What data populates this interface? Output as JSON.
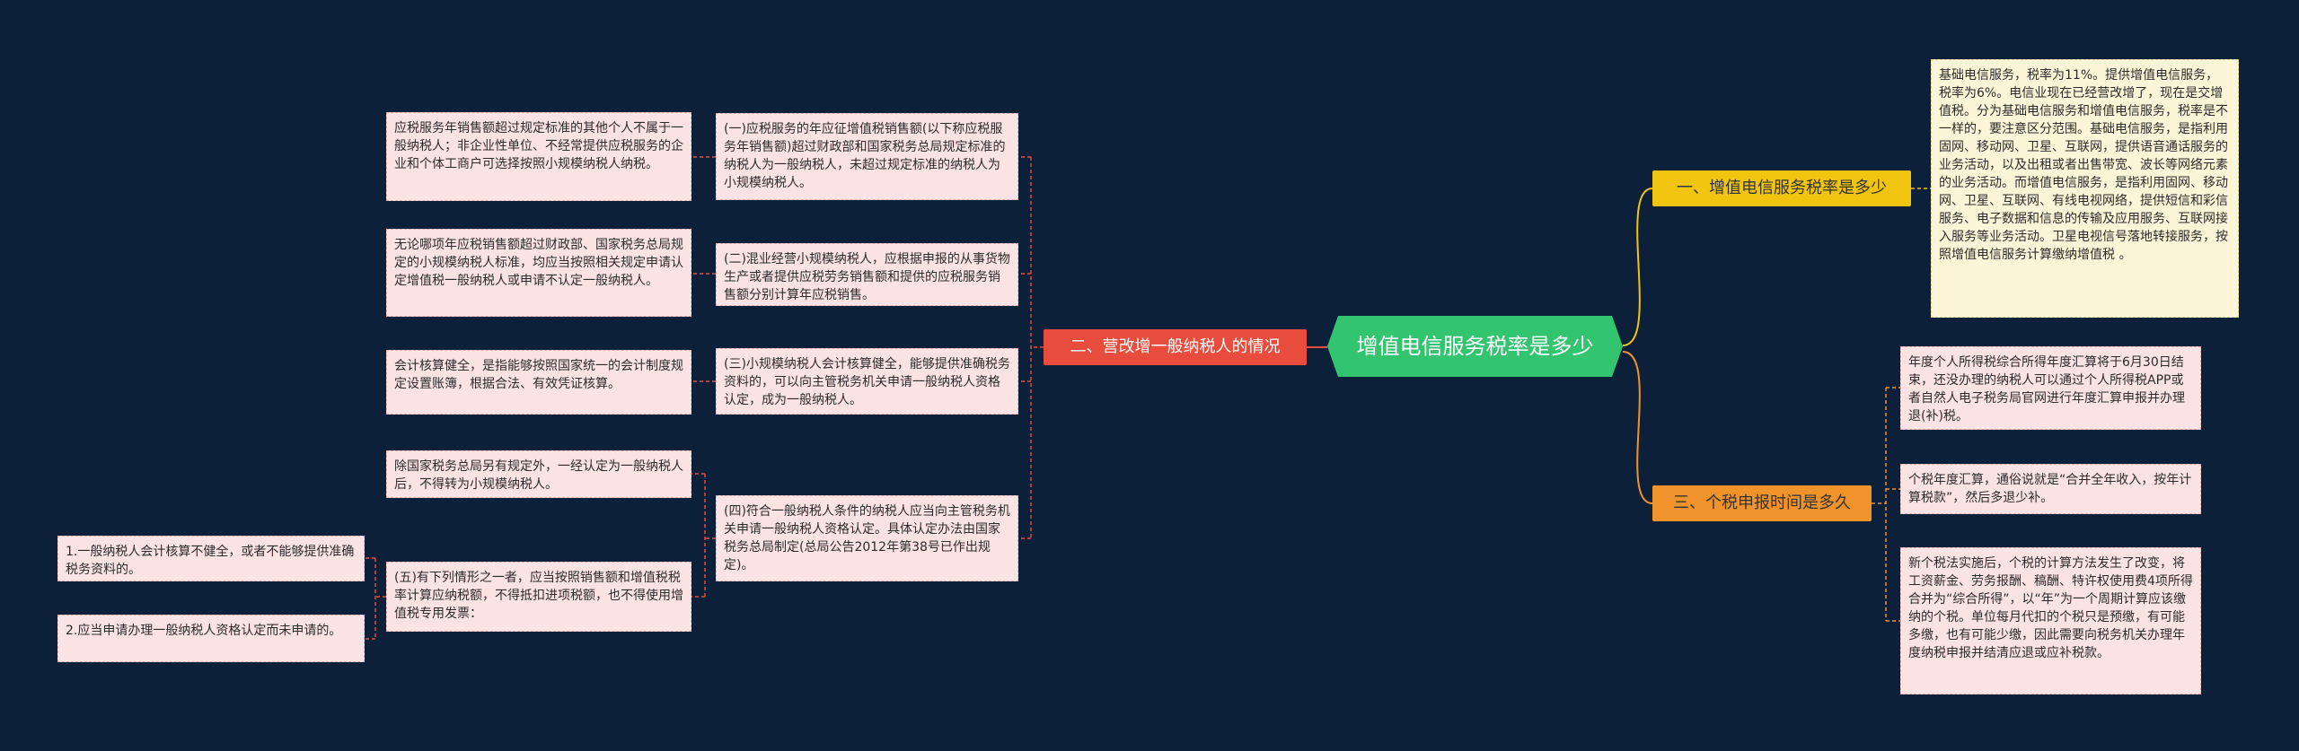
{
  "root": "增值电信服务税率是多少",
  "branches": {
    "b1": "一、增值电信服务税率是多少",
    "b2": "二、营改增一般纳税人的情况",
    "b3": "三、个税申报时间是多久"
  },
  "right": {
    "b1_leaf": "基础电信服务，税率为11%。提供增值电信服务，税率为6%。电信业现在已经营改增了，现在是交增值税。分为基础电信服务和增值电信服务，税率是不一样的，要注意区分范围。基础电信服务，是指利用固网、移动网、卫星、互联网，提供语音通话服务的业务活动，以及出租或者出售带宽、波长等网络元素的业务活动。而增值电信服务，是指利用固网、移动网、卫星、互联网、有线电视网络，提供短信和彩信服务、电子数据和信息的传输及应用服务、互联网接入服务等业务活动。卫星电视信号落地转接服务，按照增值电信服务计算缴纳增值税 。",
    "b3_leaves": [
      "年度个人所得税综合所得年度汇算将于6月30日结束，还没办理的纳税人可以通过个人所得税APP或者自然人电子税务局官网进行年度汇算申报并办理退(补)税。",
      "个税年度汇算，通俗说就是“合并全年收入，按年计算税款”，然后多退少补。",
      "新个税法实施后，个税的计算方法发生了改变，将工资薪金、劳务报酬、稿酬、特许权使用费4项所得合并为“综合所得”，以“年”为一个周期计算应该缴纳的个税。单位每月代扣的个税只是预缴，有可能多缴，也有可能少缴，因此需要向税务机关办理年度纳税申报并结清应退或应补税款。"
    ]
  },
  "left": {
    "mid": [
      "(一)应税服务的年应征增值税销售额(以下称应税服务年销售额)超过财政部和国家税务总局规定标准的纳税人为一般纳税人，未超过规定标准的纳税人为小规模纳税人。",
      "(二)混业经营小规模纳税人，应根据申报的从事货物生产或者提供应税劳务销售额和提供的应税服务销售额分别计算年应税销售。",
      "(三)小规模纳税人会计核算健全，能够提供准确税务资料的，可以向主管税务机关申请一般纳税人资格认定，成为一般纳税人。",
      "(四)符合一般纳税人条件的纳税人应当向主管税务机关申请一般纳税人资格认定。具体认定办法由国家税务总局制定(总局公告2012年第38号已作出规定)。"
    ],
    "outer": [
      "应税服务年销售额超过规定标准的其他个人不属于一般纳税人；非企业性单位、不经常提供应税服务的企业和个体工商户可选择按照小规模纳税人纳税。",
      "无论哪项年应税销售额超过财政部、国家税务总局规定的小规模纳税人标准，均应当按照相关规定申请认定增值税一般纳税人或申请不认定一般纳税人。",
      "会计核算健全，是指能够按照国家统一的会计制度规定设置账簿，根据合法、有效凭证核算。",
      "除国家税务总局另有规定外，一经认定为一般纳税人后，不得转为小规模纳税人。",
      "(五)有下列情形之一者，应当按照销售额和增值税税率计算应纳税额，不得抵扣进项税额，也不得使用增值税专用发票："
    ],
    "far": [
      "1.一般纳税人会计核算不健全，或者不能够提供准确税务资料的。",
      "2.应当申请办理一般纳税人资格认定而未申请的。"
    ]
  },
  "colors": {
    "background": "#0c2039",
    "root": "#33c46f",
    "branch_red": "#e74c3c",
    "branch_yellow": "#f1c40f",
    "branch_orange": "#f0932b",
    "leaf_pink": "#fbe3e3",
    "leaf_yellow": "#fdf5d8"
  }
}
